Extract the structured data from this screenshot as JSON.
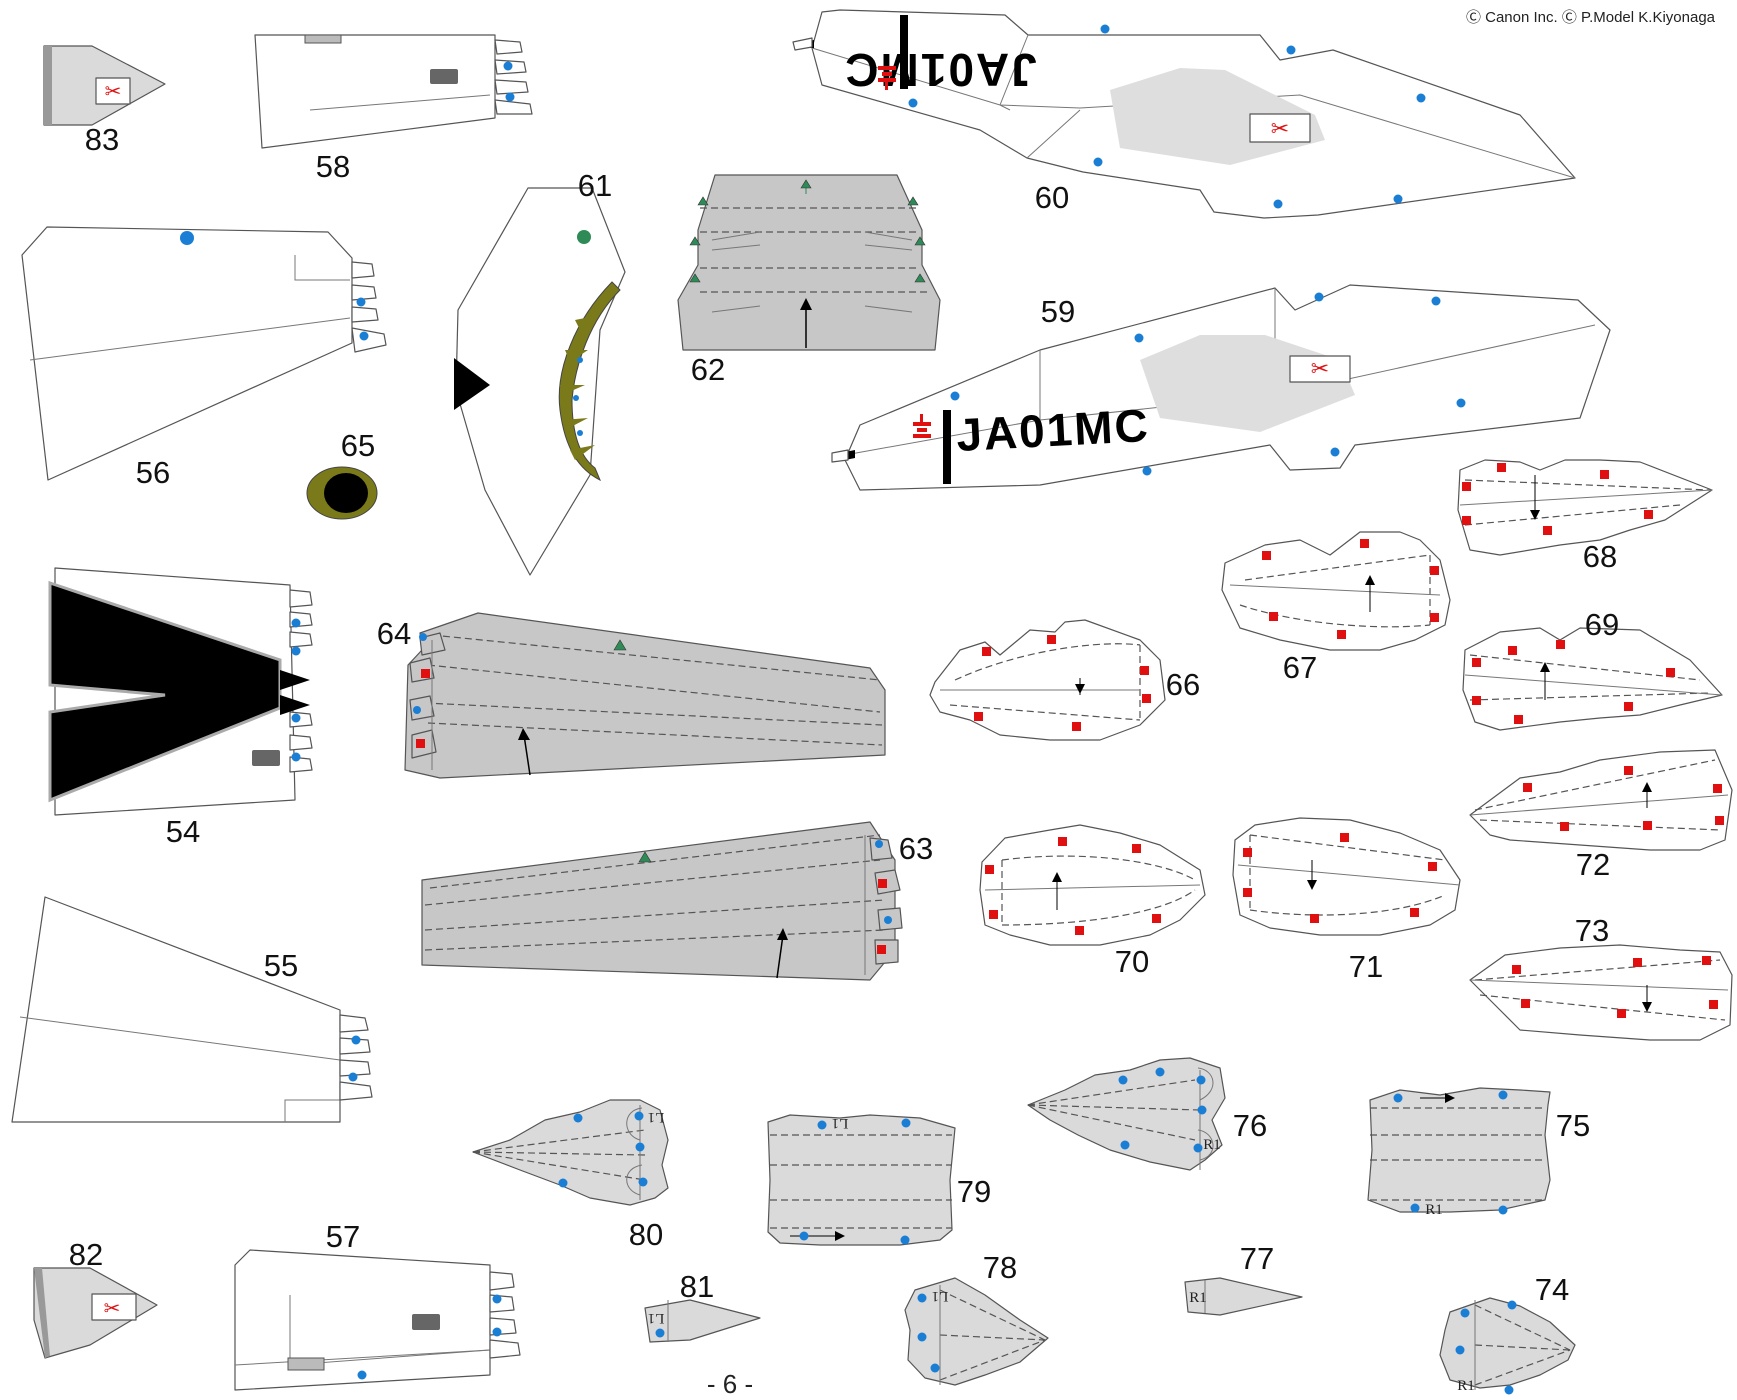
{
  "header": {
    "copyright": "Ⓒ Canon Inc. Ⓒ P.Model K.Kiyonaga"
  },
  "page_number": "- 6 -",
  "registration": "JA01MC",
  "parts": {
    "p54": "54",
    "p55": "55",
    "p56": "56",
    "p57": "57",
    "p58": "58",
    "p59": "59",
    "p60": "60",
    "p61": "61",
    "p62": "62",
    "p63": "63",
    "p64": "64",
    "p65": "65",
    "p66": "66",
    "p67": "67",
    "p68": "68",
    "p69": "69",
    "p70": "70",
    "p71": "71",
    "p72": "72",
    "p73": "73",
    "p74": "74",
    "p75": "75",
    "p76": "76",
    "p77": "77",
    "p78": "78",
    "p79": "79",
    "p80": "80",
    "p81": "81",
    "p82": "82",
    "p83": "83"
  },
  "tab_marks": {
    "l1": "L1",
    "r1": "R1"
  },
  "colors": {
    "glue_dot": "#1a7fd4",
    "glue_square": "#e01010",
    "triangle_mark": "#2e8b57",
    "olive_trim": "#7a7a1a",
    "part_gray": "#c7c7c7",
    "part_light": "#dadada"
  }
}
